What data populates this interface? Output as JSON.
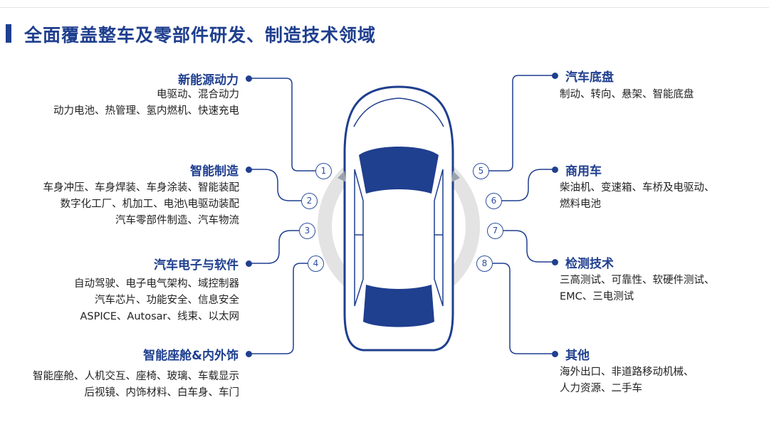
{
  "title": "全面覆盖整车及零部件研发、制造技术领域",
  "colors": {
    "accent": "#1f3f8f",
    "ring": "#e3e3e3",
    "text": "#222222"
  },
  "categories": [
    {
      "num": "1",
      "name": "新能源动力",
      "lines": [
        "电驱动、混合动力",
        "动力电池、热管理、氢内燃机、快速充电"
      ]
    },
    {
      "num": "2",
      "name": "智能制造",
      "lines": [
        "车身冲压、车身焊装、车身涂装、智能装配",
        "数字化工厂、机加工、电池\\电驱动装配",
        "汽车零部件制造、汽车物流"
      ]
    },
    {
      "num": "3",
      "name": "汽车电子与软件",
      "lines": [
        "自动驾驶、电子电气架构、域控制器",
        "汽车芯片、功能安全、信息安全",
        "ASPICE、Autosar、线束、以太网"
      ]
    },
    {
      "num": "4",
      "name": "智能座舱&内外饰",
      "lines": [
        "智能座舱、人机交互、座椅、玻璃、车载显示",
        "后视镜、内饰材料、白车身、车门"
      ]
    },
    {
      "num": "5",
      "name": "汽车底盘",
      "lines": [
        "制动、转向、悬架、智能底盘"
      ]
    },
    {
      "num": "6",
      "name": "商用车",
      "lines": [
        "柴油机、变速箱、车桥及电驱动、",
        "燃料电池"
      ]
    },
    {
      "num": "7",
      "name": "检测技术",
      "lines": [
        "三高测试、可靠性、软硬件测试、",
        "EMC、三电测试"
      ]
    },
    {
      "num": "8",
      "name": "其他",
      "lines": [
        "海外出口、非道路移动机械、",
        "人力资源、二手车"
      ]
    }
  ]
}
